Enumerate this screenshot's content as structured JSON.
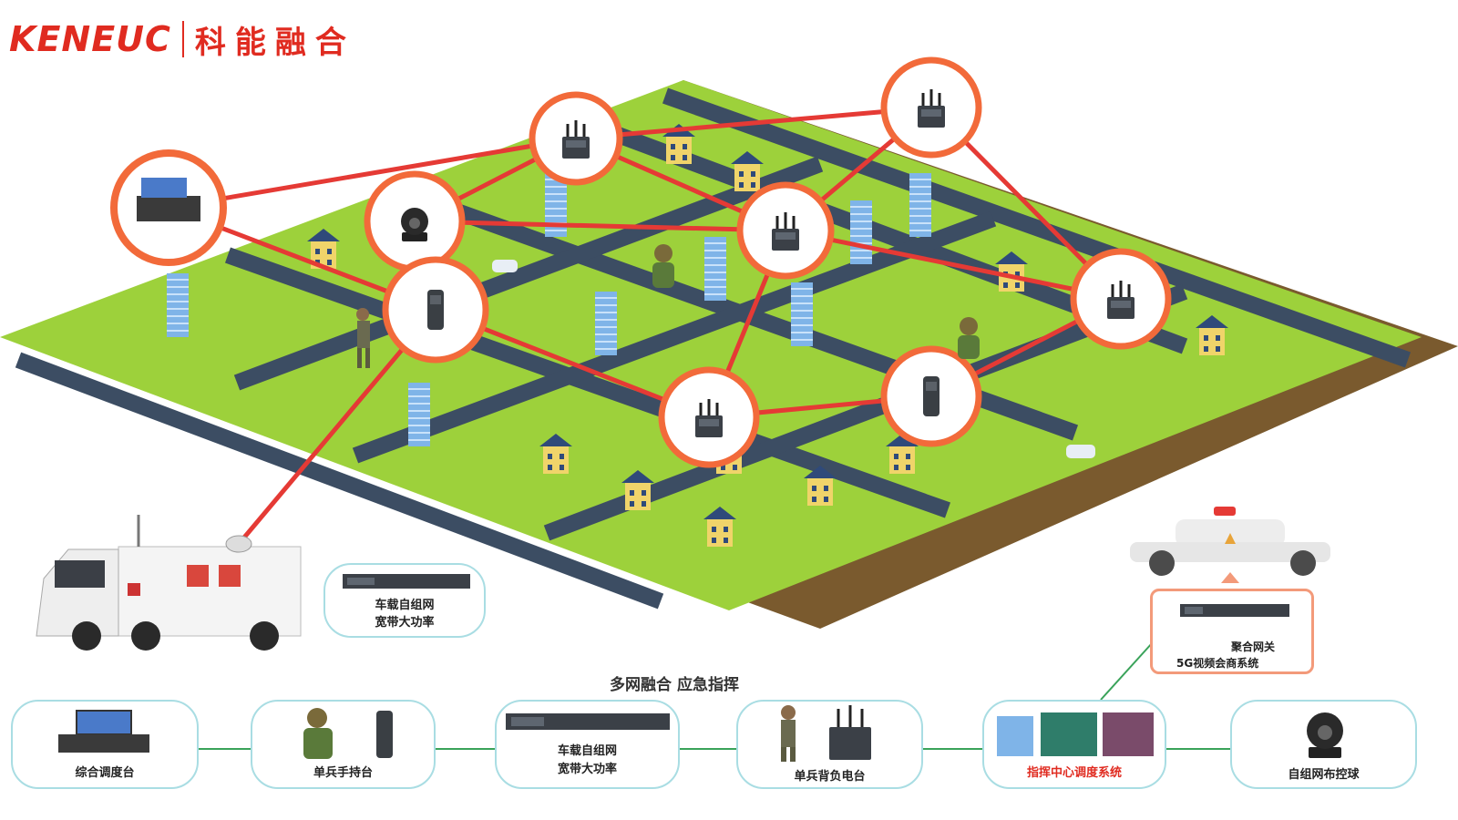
{
  "brand": {
    "name_en": "KENEUC",
    "name_cn": "科能融合",
    "color": "#e02b20"
  },
  "colors": {
    "grass": "#9dd13b",
    "road": "#3c4d63",
    "link": "#e53a35",
    "ring": "#f26a3a",
    "card_border": "#a9dde3"
  },
  "diagram_title": "多网融合 应急指挥",
  "map": {
    "vehicle_label_line1": "车载自组网",
    "vehicle_label_line2": "宽带大功率",
    "gateway_line1": "聚合网关",
    "gateway_line2": "5G视频会商系统"
  },
  "terminals": [
    {
      "label": "综合调度台",
      "icon": "laptop-console-icon"
    },
    {
      "label": "单兵手持台",
      "icon": "soldier-handheld-icon"
    },
    {
      "label_line1": "车载自组网",
      "label_line2": "宽带大功率",
      "icon": "rack-radio-icon"
    },
    {
      "label": "单兵背负电台",
      "icon": "backpack-radio-icon"
    },
    {
      "label": "指挥中心调度系统",
      "icon": "command-center-icon"
    },
    {
      "label": "自组网布控球",
      "icon": "dome-camera-icon"
    }
  ]
}
